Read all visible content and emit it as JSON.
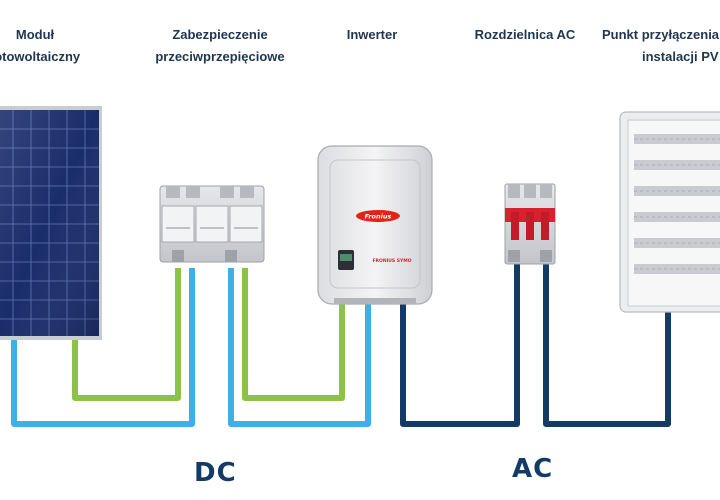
{
  "labels": {
    "pv_module": [
      "Moduł",
      "fotowoltaiczny"
    ],
    "surge_protection": [
      "Zabezpieczenie",
      "przeciwprzepięciowe"
    ],
    "inverter": [
      "Inwerter"
    ],
    "ac_switchboard": [
      "Rozdzielnica AC"
    ],
    "connection_point": [
      "Punkt przyłączenia",
      "instalacji PV"
    ]
  },
  "sections": {
    "dc": "DC",
    "ac": "AC"
  },
  "inverter_brand": "Fronius",
  "inverter_model": "FRONIUS SYMO",
  "colors": {
    "text": "#1f3550",
    "section_text": "#143a66",
    "dc_cable_light_blue": "#3db1e6",
    "dc_cable_green": "#8bc34a",
    "ac_cable_navy": "#143a66",
    "panel_cells": "#1a2d6b",
    "breaker_red": "#d8212f"
  }
}
